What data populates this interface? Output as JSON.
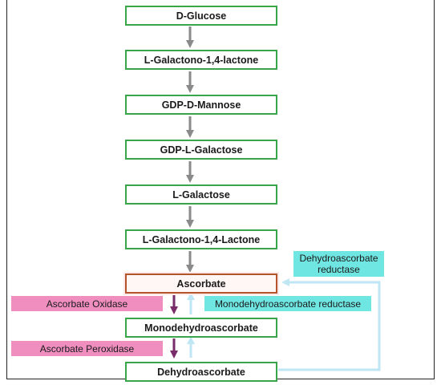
{
  "nodes": {
    "d_glucose": "D-Glucose",
    "l_galactono_lactone_1": "L-Galactono-1,4-lactone",
    "gdp_d_mannose": "GDP-D-Mannose",
    "gdp_l_galactose": "GDP-L-Galactose",
    "l_galactose": "L-Galactose",
    "l_galactono_lactone_2": "L-Galactono-1,4-Lactone",
    "ascorbate": "Ascorbate",
    "monodehydroascorbate": "Monodehydroascorbate",
    "dehydroascorbate": "Dehydroascorbate"
  },
  "enzymes": {
    "ascorbate_oxidase": "Ascorbate Oxidase",
    "ascorbate_peroxidase": "Ascorbate Peroxidase",
    "monodehydroascorbate_reductase": "Monodehydroascorbate reductase",
    "dehydroascorbate_reductase_line1": "Dehydroascorbate",
    "dehydroascorbate_reductase_line2": "reductase"
  },
  "colors": {
    "node_border": "#3aa64a",
    "ascorbate_border": "#b5542a",
    "gray_arrow": "#8a8a8a",
    "purple_arrow": "#7a2b6a",
    "light_blue_arrow": "#bfe6f5",
    "pink_label": "#f08ec0",
    "cyan_label": "#6fe6e2"
  }
}
